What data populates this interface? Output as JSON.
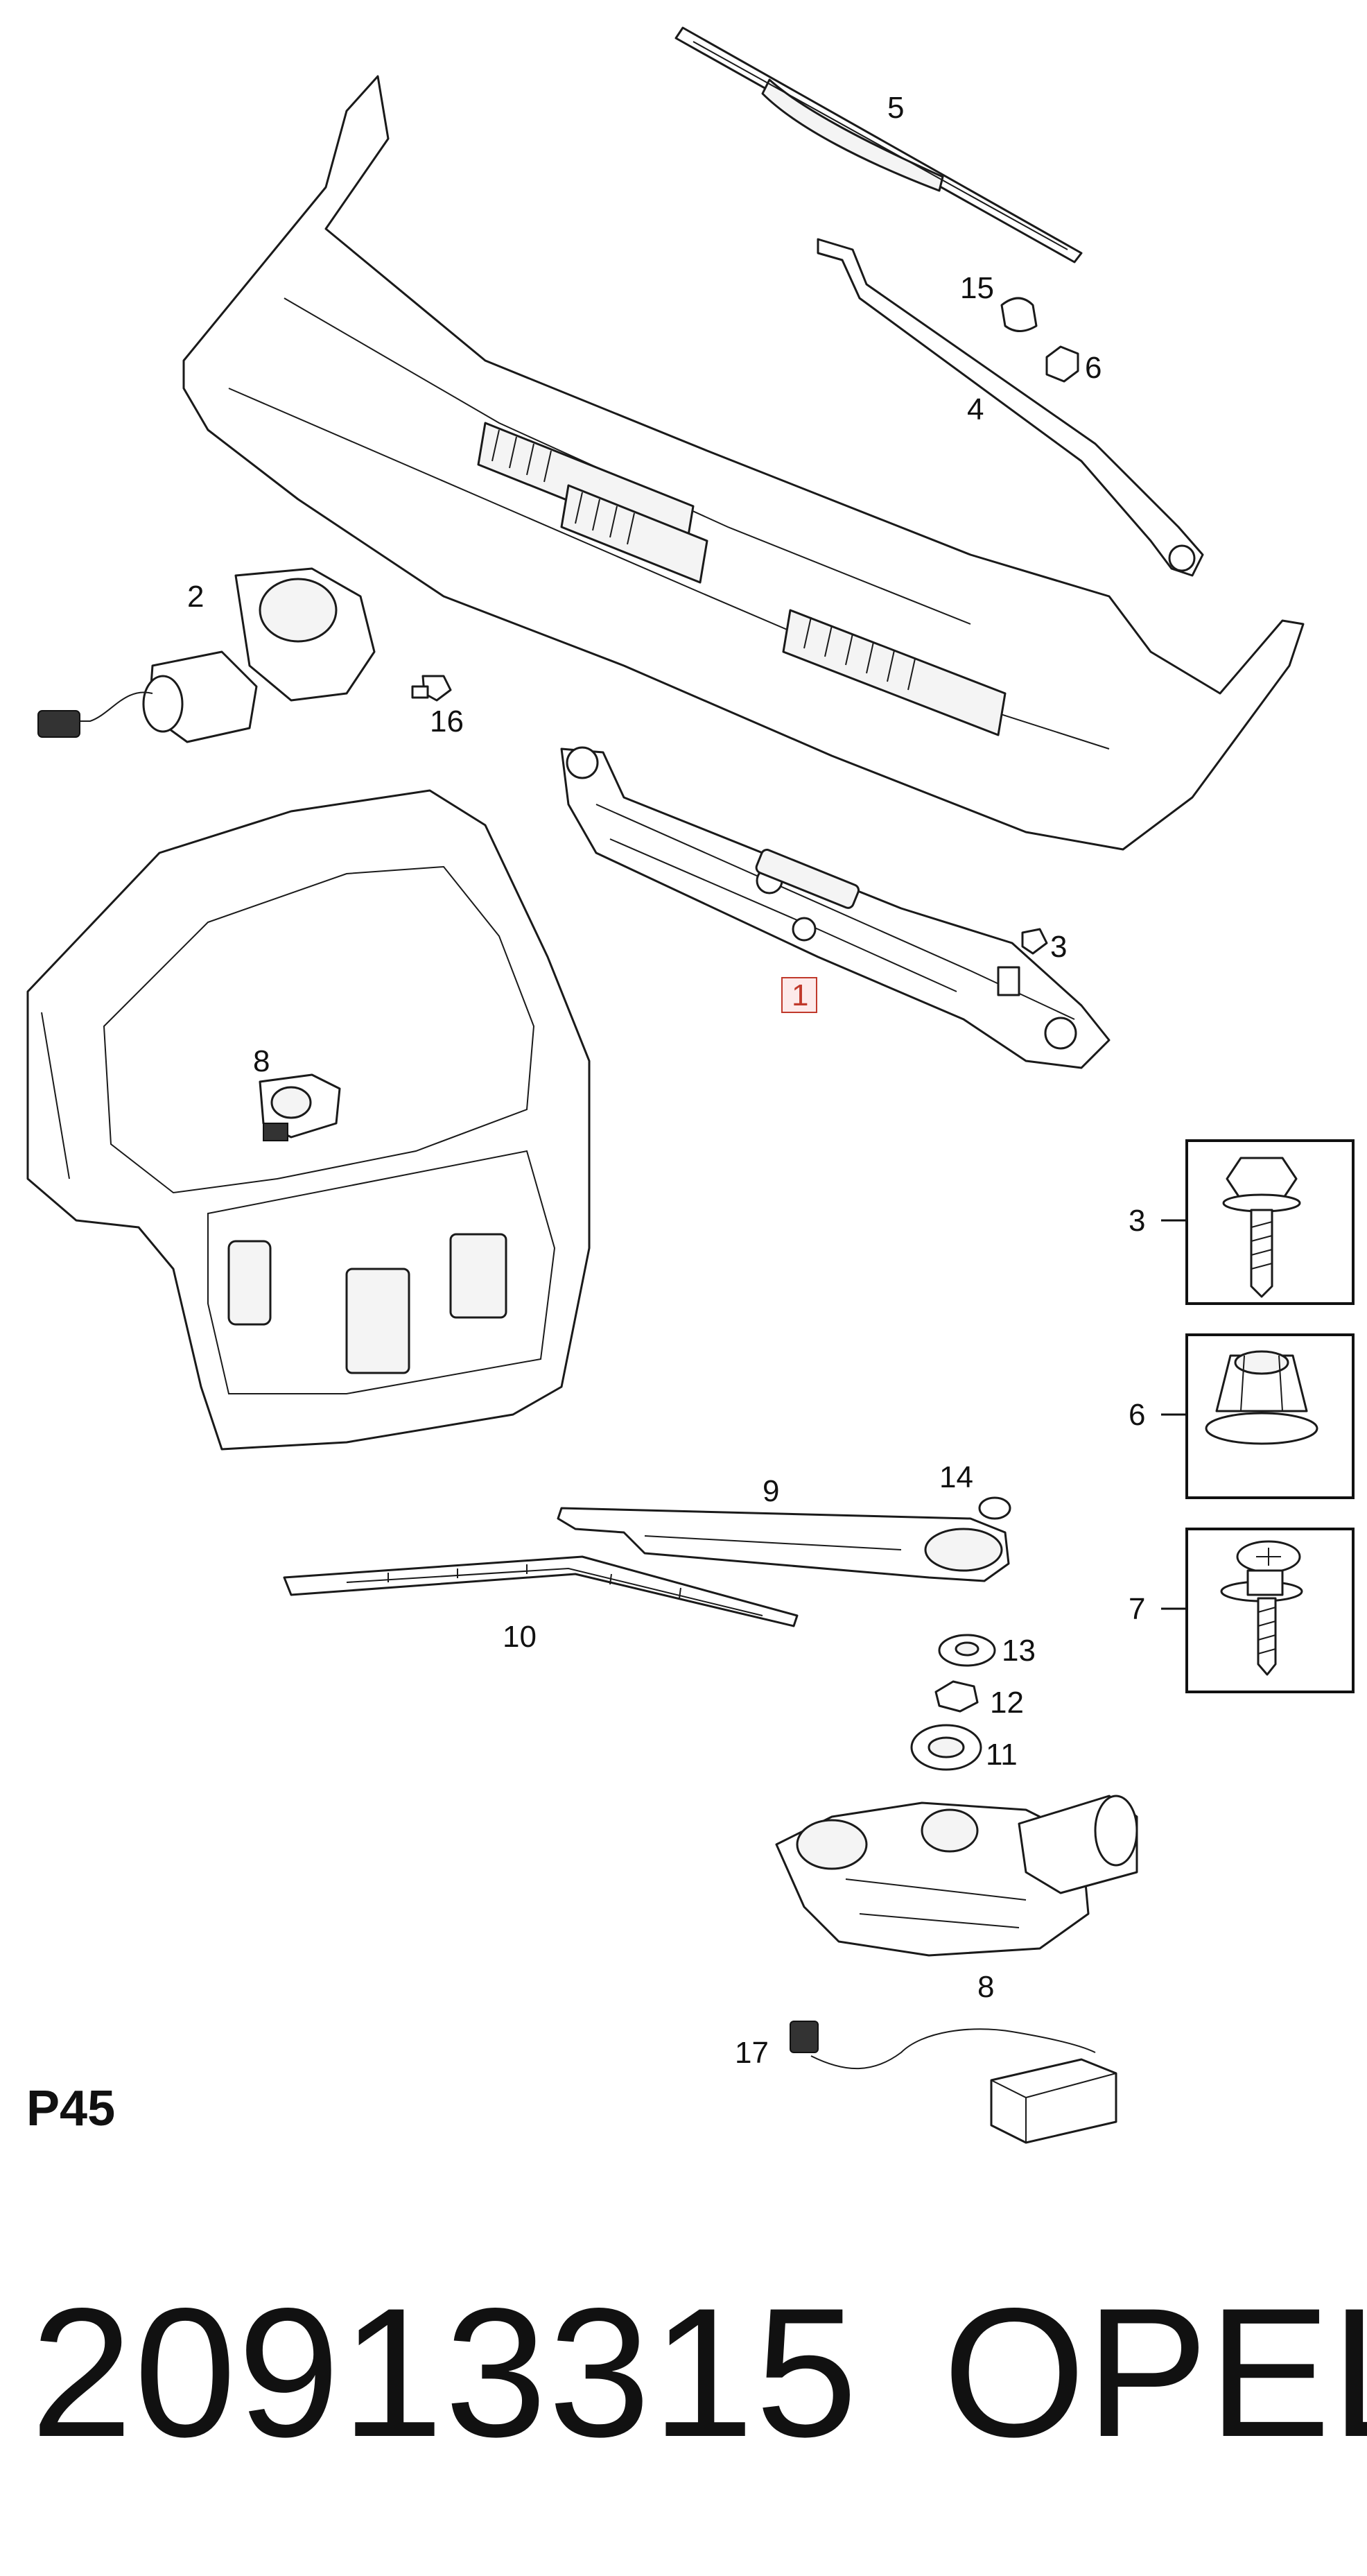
{
  "callouts": {
    "c1": "1",
    "c2": "2",
    "c3": "3",
    "c4": "4",
    "c5": "5",
    "c6": "6",
    "c8": "8",
    "c9": "9",
    "c10": "10",
    "c11": "11",
    "c12": "12",
    "c13": "13",
    "c14": "14",
    "c15": "15",
    "c16": "16",
    "c17": "17",
    "c8b": "8",
    "box3": "3",
    "box6": "6",
    "box7": "7"
  },
  "page_label": "P45",
  "part_number": "20913315",
  "brand": "OPEL",
  "colors": {
    "line": "#1a1a1a",
    "highlight": "#c0392b",
    "background": "#ffffff"
  }
}
